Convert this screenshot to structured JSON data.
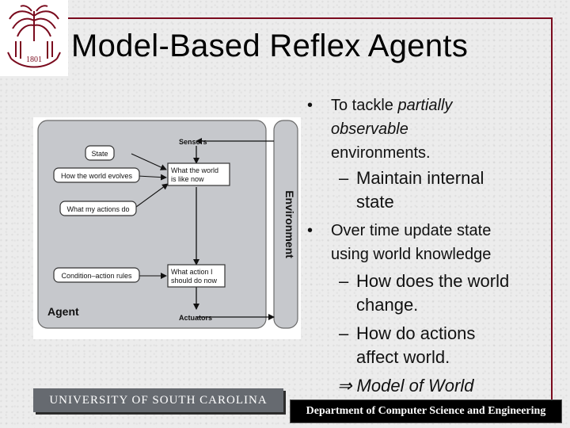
{
  "slide": {
    "title": "Model-Based Reflex Agents",
    "footer_left": "UNIVERSITY OF SOUTH CAROLINA",
    "footer_right": "Department of Computer Science and Engineering",
    "logo": {
      "year": "1801",
      "icon": "palmetto-seal-icon"
    }
  },
  "diagram": {
    "agent_label": "Agent",
    "environment_label": "Environment",
    "sensors": "Sensors",
    "actuators": "Actuators",
    "state": "State",
    "how_world_evolves": "How the world evolves",
    "what_my_actions_do": "What my actions do",
    "condition_action_rules": "Condition–action rules",
    "what_world_line1": "What the world",
    "what_world_line2": "is like now",
    "what_action_line1": "What action I",
    "what_action_line2": "should do now"
  },
  "bullets": [
    {
      "lines": [
        "To tackle ",
        "partially",
        "observable",
        "environments."
      ]
    },
    {
      "lines": [
        "Maintain internal",
        "state"
      ]
    },
    {
      "lines": [
        "Over time update state",
        "using world knowledge"
      ]
    },
    {
      "lines": [
        "How does the world",
        "change."
      ]
    },
    {
      "lines": [
        "How do actions",
        "affect world."
      ]
    }
  ],
  "conclusion": "⇒ Model of World",
  "colors": {
    "accent": "#7a0b1e",
    "diagram_panel": "#c6c8cc",
    "footer_left_bg": "#666a70"
  }
}
